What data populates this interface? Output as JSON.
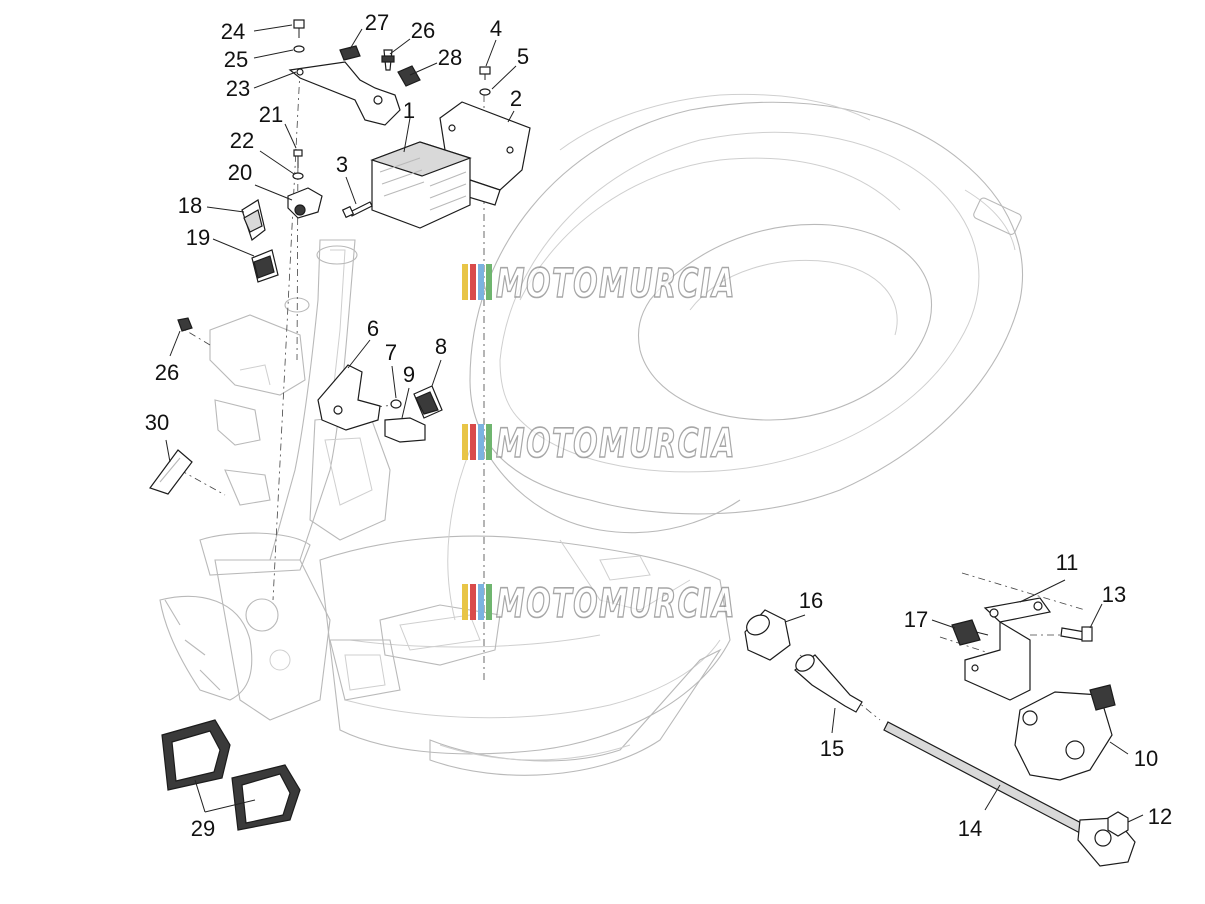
{
  "watermark": {
    "text": "MOTOMURCIA",
    "stripe_colors": [
      "#e8c547",
      "#d94b4b",
      "#7bb3e0",
      "#6fb56f"
    ]
  },
  "callouts": [
    {
      "id": "c1",
      "label": "1"
    },
    {
      "id": "c2",
      "label": "2"
    },
    {
      "id": "c3",
      "label": "3"
    },
    {
      "id": "c4",
      "label": "4"
    },
    {
      "id": "c5",
      "label": "5"
    },
    {
      "id": "c6",
      "label": "6"
    },
    {
      "id": "c7",
      "label": "7"
    },
    {
      "id": "c8",
      "label": "8"
    },
    {
      "id": "c9",
      "label": "9"
    },
    {
      "id": "c10",
      "label": "10"
    },
    {
      "id": "c11",
      "label": "11"
    },
    {
      "id": "c12",
      "label": "12"
    },
    {
      "id": "c13",
      "label": "13"
    },
    {
      "id": "c14",
      "label": "14"
    },
    {
      "id": "c15",
      "label": "15"
    },
    {
      "id": "c16",
      "label": "16"
    },
    {
      "id": "c17",
      "label": "17"
    },
    {
      "id": "c18",
      "label": "18"
    },
    {
      "id": "c19",
      "label": "19"
    },
    {
      "id": "c20",
      "label": "20"
    },
    {
      "id": "c21",
      "label": "21"
    },
    {
      "id": "c22",
      "label": "22"
    },
    {
      "id": "c23",
      "label": "23"
    },
    {
      "id": "c24",
      "label": "24"
    },
    {
      "id": "c25",
      "label": "25"
    },
    {
      "id": "c26a",
      "label": "26"
    },
    {
      "id": "c26b",
      "label": "26"
    },
    {
      "id": "c27",
      "label": "27"
    },
    {
      "id": "c28",
      "label": "28"
    },
    {
      "id": "c29",
      "label": "29"
    },
    {
      "id": "c30",
      "label": "30"
    }
  ]
}
